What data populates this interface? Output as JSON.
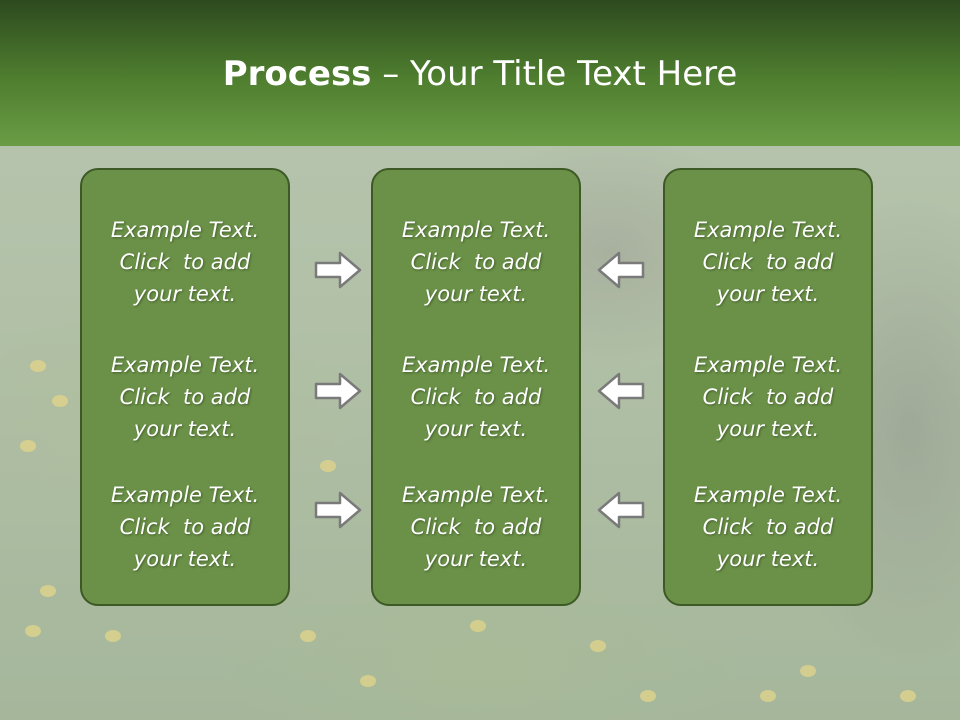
{
  "slide": {
    "title_bold": "Process",
    "title_rest": " – Your Title Text Here",
    "panels": [
      {
        "items": [
          {
            "line1": "Example Text.",
            "line2": "Click  to add",
            "line3": "your text."
          },
          {
            "line1": "Example Text.",
            "line2": "Click  to add",
            "line3": "your text."
          },
          {
            "line1": "Example Text.",
            "line2": "Click  to add",
            "line3": "your text."
          }
        ]
      },
      {
        "items": [
          {
            "line1": "Example Text.",
            "line2": "Click  to add",
            "line3": "your text."
          },
          {
            "line1": "Example Text.",
            "line2": "Click  to add",
            "line3": "your text."
          },
          {
            "line1": "Example Text.",
            "line2": "Click  to add",
            "line3": "your text."
          }
        ]
      },
      {
        "items": [
          {
            "line1": "Example Text.",
            "line2": "Click  to add",
            "line3": "your text."
          },
          {
            "line1": "Example Text.",
            "line2": "Click  to add",
            "line3": "your text."
          },
          {
            "line1": "Example Text.",
            "line2": "Click  to add",
            "line3": "your text."
          }
        ]
      }
    ]
  },
  "icons": {
    "left_arrows": "arrow-right-icon",
    "right_arrows": "arrow-left-icon"
  },
  "colors": {
    "header_dark": "#2d4a1f",
    "header_light": "#6a9c45",
    "panel_fill": "#6a9147",
    "panel_border": "#3d5a26",
    "arrow_fill": "#ffffff",
    "arrow_stroke": "#7a7a7a"
  }
}
